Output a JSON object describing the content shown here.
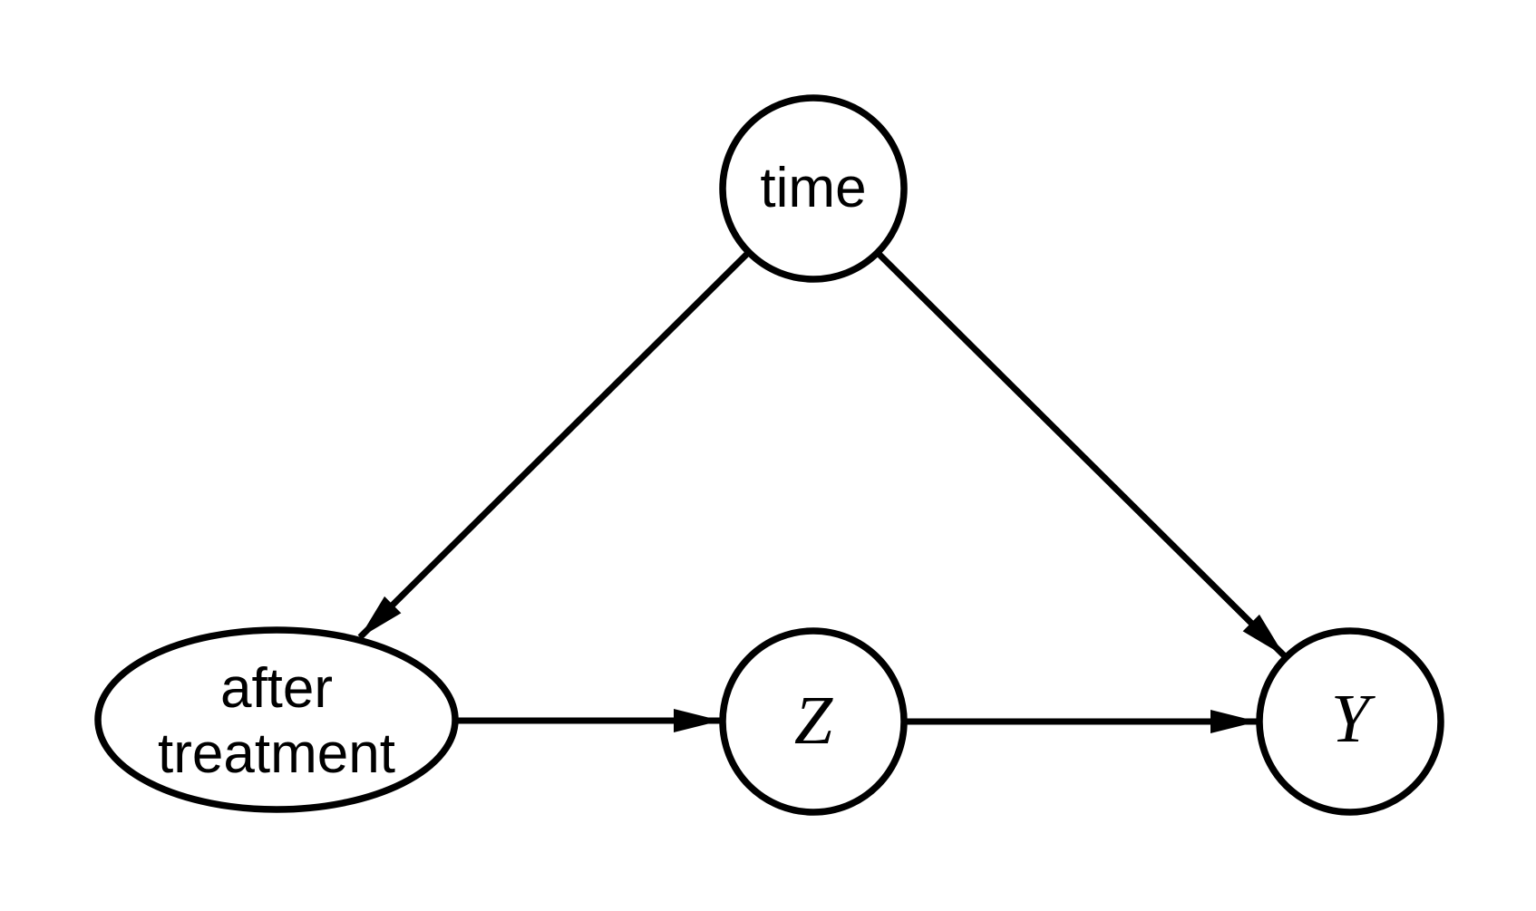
{
  "page": {
    "background_color": "#ffffff",
    "ink_color": "#000000"
  },
  "diagram": {
    "type": "causal-dag",
    "nodes": [
      {
        "id": "time",
        "shape": "circle",
        "label": "time"
      },
      {
        "id": "after-treatment",
        "shape": "ellipse",
        "label_lines": [
          "after",
          "treatment"
        ]
      },
      {
        "id": "Z",
        "shape": "circle",
        "label": "Z"
      },
      {
        "id": "Y",
        "shape": "circle",
        "label": "Y"
      }
    ],
    "edges": [
      {
        "from": "time",
        "to": "after-treatment"
      },
      {
        "from": "time",
        "to": "Y"
      },
      {
        "from": "after-treatment",
        "to": "Z"
      },
      {
        "from": "Z",
        "to": "Y"
      }
    ]
  }
}
